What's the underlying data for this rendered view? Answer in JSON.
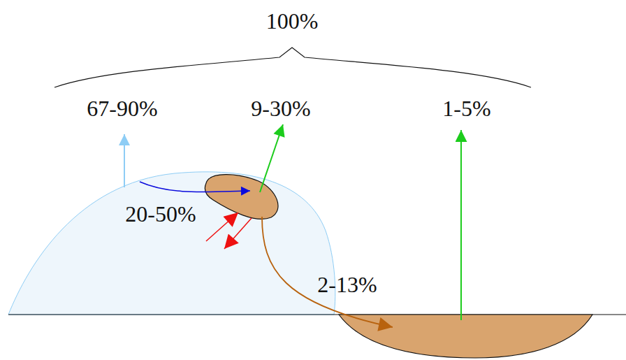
{
  "diagram": {
    "labels": [
      "100%",
      "67-90%",
      "9-30%",
      "1-5%",
      "20-50%",
      "2-13%"
    ]
  }
}
